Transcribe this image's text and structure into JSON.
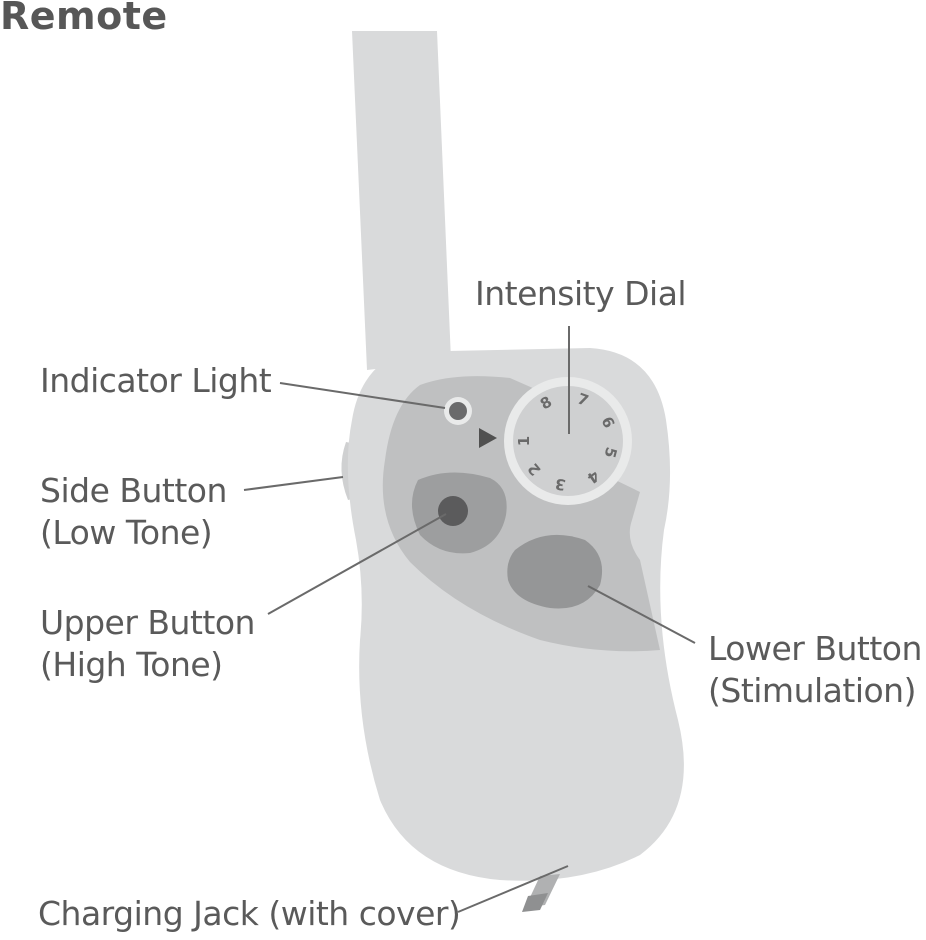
{
  "title": "Remote",
  "labels": {
    "intensity_dial": "Intensity Dial",
    "indicator_light": "Indicator Light",
    "side_button": {
      "line1": "Side Button",
      "line2": "(Low Tone)"
    },
    "upper_button": {
      "line1": "Upper Button",
      "line2": "(High Tone)"
    },
    "lower_button": {
      "line1": "Lower Button",
      "line2": "(Stimulation)"
    },
    "charging_jack": "Charging Jack (with cover)"
  },
  "dial_numbers": [
    "1",
    "2",
    "3",
    "4",
    "5",
    "6",
    "7",
    "8"
  ],
  "colors": {
    "body": "#d9dadb",
    "panel": "#bfc0c1",
    "button_upper": "#9d9e9f",
    "button_lower": "#959697",
    "button_upper_center": "#5b5b5c",
    "dial": "#cfd0d1",
    "dial_ring": "#e9eaea",
    "leader_line": "#6a6a6a",
    "text": "#5a5a5a"
  }
}
